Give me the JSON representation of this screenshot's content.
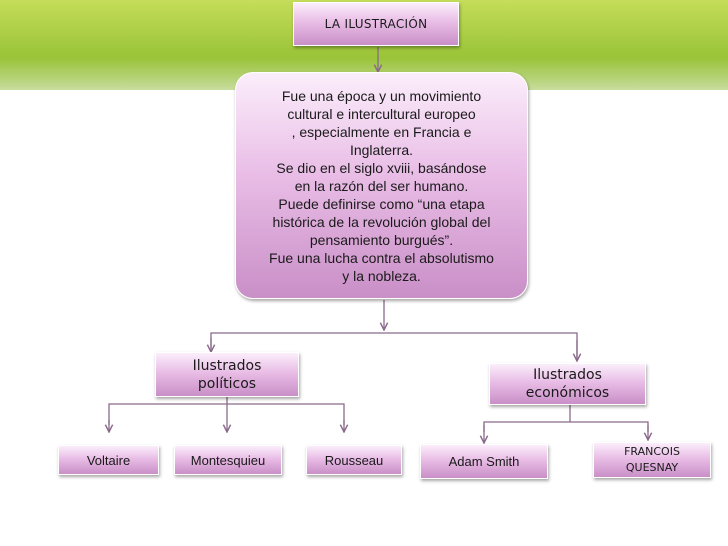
{
  "title": "LA ILUSTRACIÓN",
  "description_lines": [
    "Fue una época y un movimiento",
    "cultural e intercultural europeo",
    ", especialmente en Francia e",
    "Inglaterra.",
    "Se dio en el siglo xviii, basándose",
    "en la razón del ser humano.",
    "Puede definirse como “una etapa",
    "histórica de la revolución global del",
    "pensamiento burgués”.",
    "Fue una lucha contra el absolutismo",
    "y la nobleza."
  ],
  "categories": {
    "politicos": {
      "lines": [
        "Ilustrados",
        "políticos"
      ]
    },
    "economicos": {
      "lines": [
        "Ilustrados",
        "económicos"
      ]
    }
  },
  "leaves": {
    "voltaire": "Voltaire",
    "montesquieu": "Montesquieu",
    "rousseau": "Rousseau",
    "adam_smith": "Adam Smith",
    "quesnay_lines": [
      "FRANCOIS",
      "QUESNAY"
    ]
  },
  "colors": {
    "banner": "#9fc73c",
    "box_gradient_top": "#fbeefb",
    "box_gradient_bottom": "#c98fc7",
    "connector": "#8a6a8a"
  }
}
